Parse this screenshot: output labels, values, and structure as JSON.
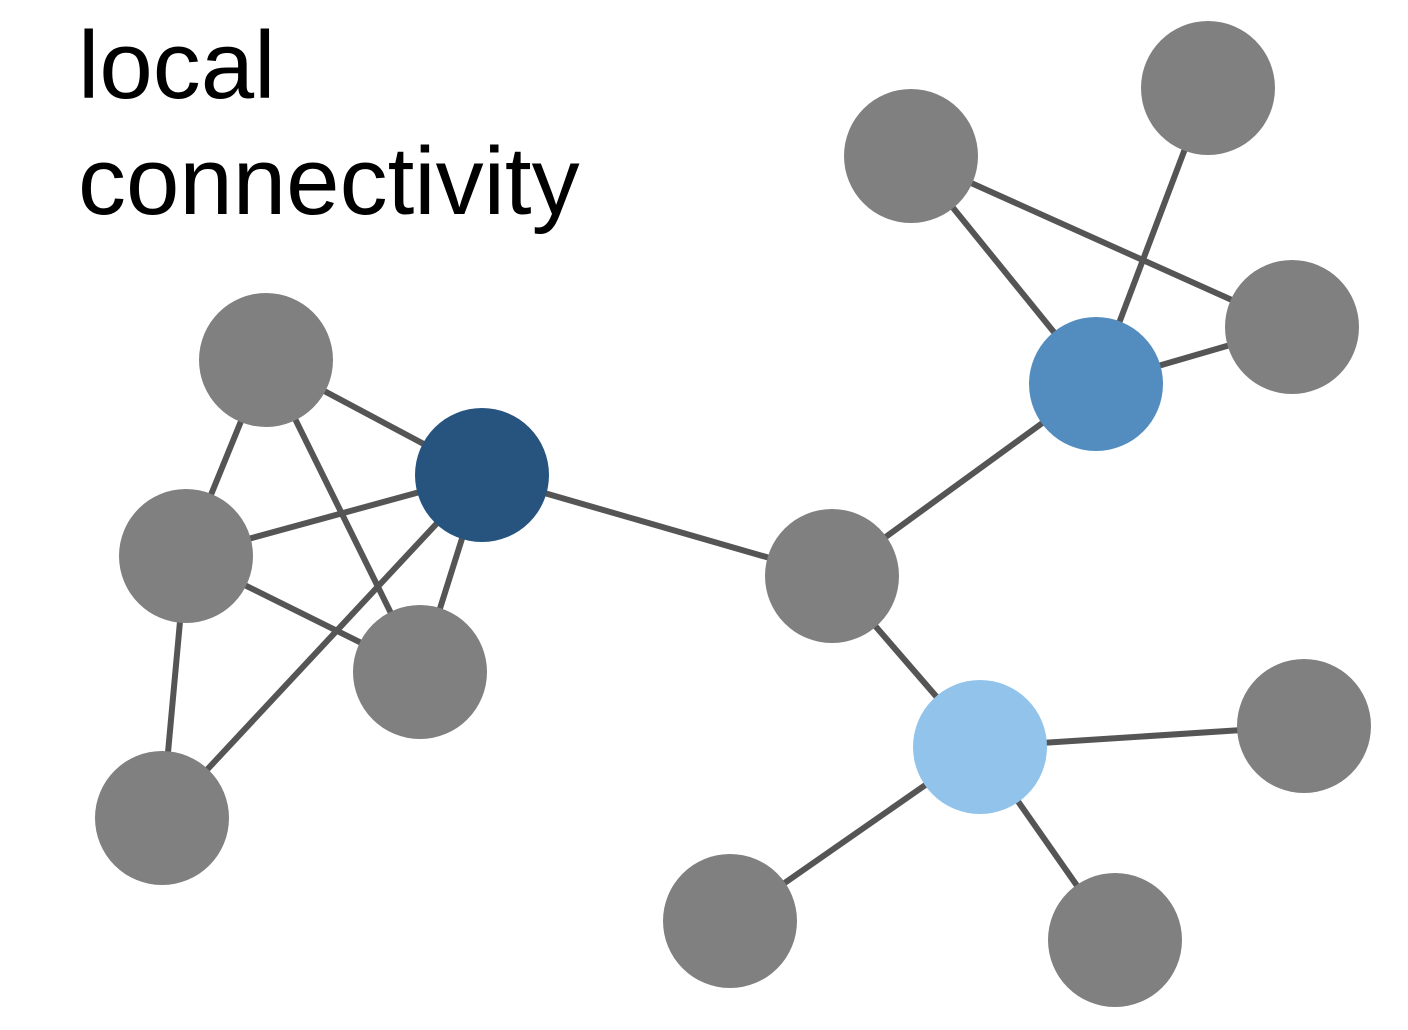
{
  "title": {
    "line1": "local",
    "line2": "connectivity"
  },
  "colors": {
    "background": "#ffffff",
    "edge": "#555555",
    "node_default": "#808080",
    "node_hub_dark": "#26547f",
    "node_hub_mid": "#538dbf",
    "node_hub_light": "#92c3eb"
  },
  "graph": {
    "nodes": [
      {
        "id": "A",
        "role": "default"
      },
      {
        "id": "B",
        "role": "default"
      },
      {
        "id": "C",
        "role": "default"
      },
      {
        "id": "D",
        "role": "default"
      },
      {
        "id": "H1",
        "role": "hub_dark"
      },
      {
        "id": "M",
        "role": "default"
      },
      {
        "id": "H2",
        "role": "hub_mid"
      },
      {
        "id": "F",
        "role": "default"
      },
      {
        "id": "G",
        "role": "default"
      },
      {
        "id": "I",
        "role": "default"
      },
      {
        "id": "H3",
        "role": "hub_light"
      },
      {
        "id": "J",
        "role": "default"
      },
      {
        "id": "K",
        "role": "default"
      },
      {
        "id": "L",
        "role": "default"
      }
    ],
    "edges": [
      [
        "A",
        "B"
      ],
      [
        "A",
        "C"
      ],
      [
        "A",
        "H1"
      ],
      [
        "B",
        "H1"
      ],
      [
        "B",
        "C"
      ],
      [
        "B",
        "D"
      ],
      [
        "C",
        "H1"
      ],
      [
        "D",
        "H1"
      ],
      [
        "H1",
        "M"
      ],
      [
        "M",
        "H2"
      ],
      [
        "M",
        "H3"
      ],
      [
        "H2",
        "F"
      ],
      [
        "H2",
        "G"
      ],
      [
        "H2",
        "I"
      ],
      [
        "F",
        "I"
      ],
      [
        "H3",
        "J"
      ],
      [
        "H3",
        "K"
      ],
      [
        "H3",
        "L"
      ]
    ]
  }
}
